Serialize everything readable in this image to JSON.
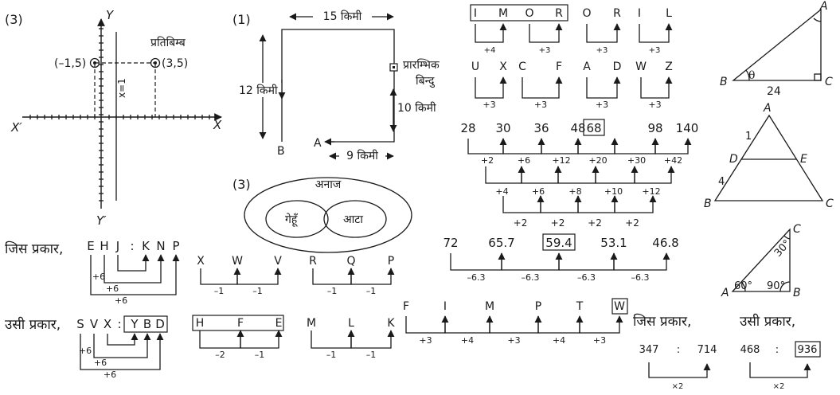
{
  "coord": {
    "num": "(3)",
    "y": "Y",
    "y2": "Y′",
    "x": "X",
    "x2": "X′",
    "p1": "(–1,5)",
    "p2": "(3,5)",
    "line": "x=1",
    "label": "प्रतिबिम्ब"
  },
  "path": {
    "num": "(1)",
    "top": "15 किमी",
    "left": "12 किमी",
    "right": "10 किमी",
    "bottom": "9 किमी",
    "start1": "प्रारम्भिक",
    "start2": "बिन्दु",
    "a": "A",
    "b": "B"
  },
  "venn": {
    "num": "(3)",
    "outer": "अनाज",
    "left": "गेहूँ",
    "right": "आटा"
  },
  "a1": {
    "pre": "जिस प्रकार,",
    "letters": [
      "E",
      "H",
      "J",
      ":",
      "K",
      "N",
      "P"
    ],
    "ops": [
      "+6",
      "+6",
      "+6"
    ]
  },
  "a2": {
    "pre": "उसी प्रकार,",
    "letters": [
      "S",
      "V",
      "X",
      ":",
      "Y",
      "B",
      "D"
    ],
    "ops": [
      "+6",
      "+6",
      "+6"
    ]
  },
  "s1": {
    "letters": [
      "X",
      "W",
      "V"
    ],
    "ops": [
      "–1",
      "–1"
    ]
  },
  "s2": {
    "letters": [
      "R",
      "Q",
      "P"
    ],
    "ops": [
      "–1",
      "–1"
    ]
  },
  "s3": {
    "letters": [
      "H",
      "F",
      "E"
    ],
    "ops": [
      "–2",
      "–1"
    ]
  },
  "s4": {
    "letters": [
      "M",
      "L",
      "K"
    ],
    "ops": [
      "–1",
      "–1"
    ]
  },
  "fim": {
    "letters": [
      "F",
      "I",
      "M",
      "P",
      "T",
      "W"
    ],
    "ops": [
      "+3",
      "+4",
      "+3",
      "+4",
      "+3"
    ]
  },
  "imor": {
    "g1": [
      "I",
      "M",
      "O",
      "R"
    ],
    "g2": [
      "O",
      "R"
    ],
    "g3": [
      "I",
      "L"
    ],
    "ops1": [
      "+4",
      "+3"
    ],
    "op2": "+3",
    "op3": "+3"
  },
  "uxcf": {
    "pairs": [
      [
        "U",
        "X"
      ],
      [
        "C",
        "F"
      ],
      [
        "A",
        "D"
      ],
      [
        "W",
        "Z"
      ]
    ],
    "ops": [
      "+3",
      "+3",
      "+3",
      "+3"
    ]
  },
  "numseq": {
    "values": [
      "28",
      "30",
      "36",
      "48",
      "68",
      "98",
      "140"
    ],
    "d1": [
      "+2",
      "+6",
      "+12",
      "+20",
      "+30",
      "+42"
    ],
    "d2": [
      "+4",
      "+6",
      "+8",
      "+10",
      "+12"
    ],
    "d3": [
      "+2",
      "+2",
      "+2",
      "+2"
    ]
  },
  "decseq": {
    "values": [
      "72",
      "65.7",
      "59.4",
      "53.1",
      "46.8"
    ],
    "ops": [
      "–6.3",
      "–6.3",
      "–6.3",
      "–6.3"
    ]
  },
  "ratio": {
    "pre1": "जिस प्रकार,",
    "pre2": "उसी प्रकार,",
    "a": "347",
    "b": "714",
    "c": "468",
    "d": "936",
    "sep": ":",
    "op": "×2"
  },
  "tri1": {
    "a": "A",
    "b": "B",
    "c": "C",
    "theta": "θ",
    "base": "24"
  },
  "tri2": {
    "a": "A",
    "b": "B",
    "c": "C",
    "d": "D",
    "e": "E",
    "n1": "1",
    "n2": "4"
  },
  "tri3": {
    "a": "A",
    "b": "B",
    "c": "C",
    "ang1": "60°",
    "ang2": "90°",
    "ang3": "30°"
  },
  "colors": {
    "ink": "#1a1a1a",
    "background": "#ffffff"
  }
}
